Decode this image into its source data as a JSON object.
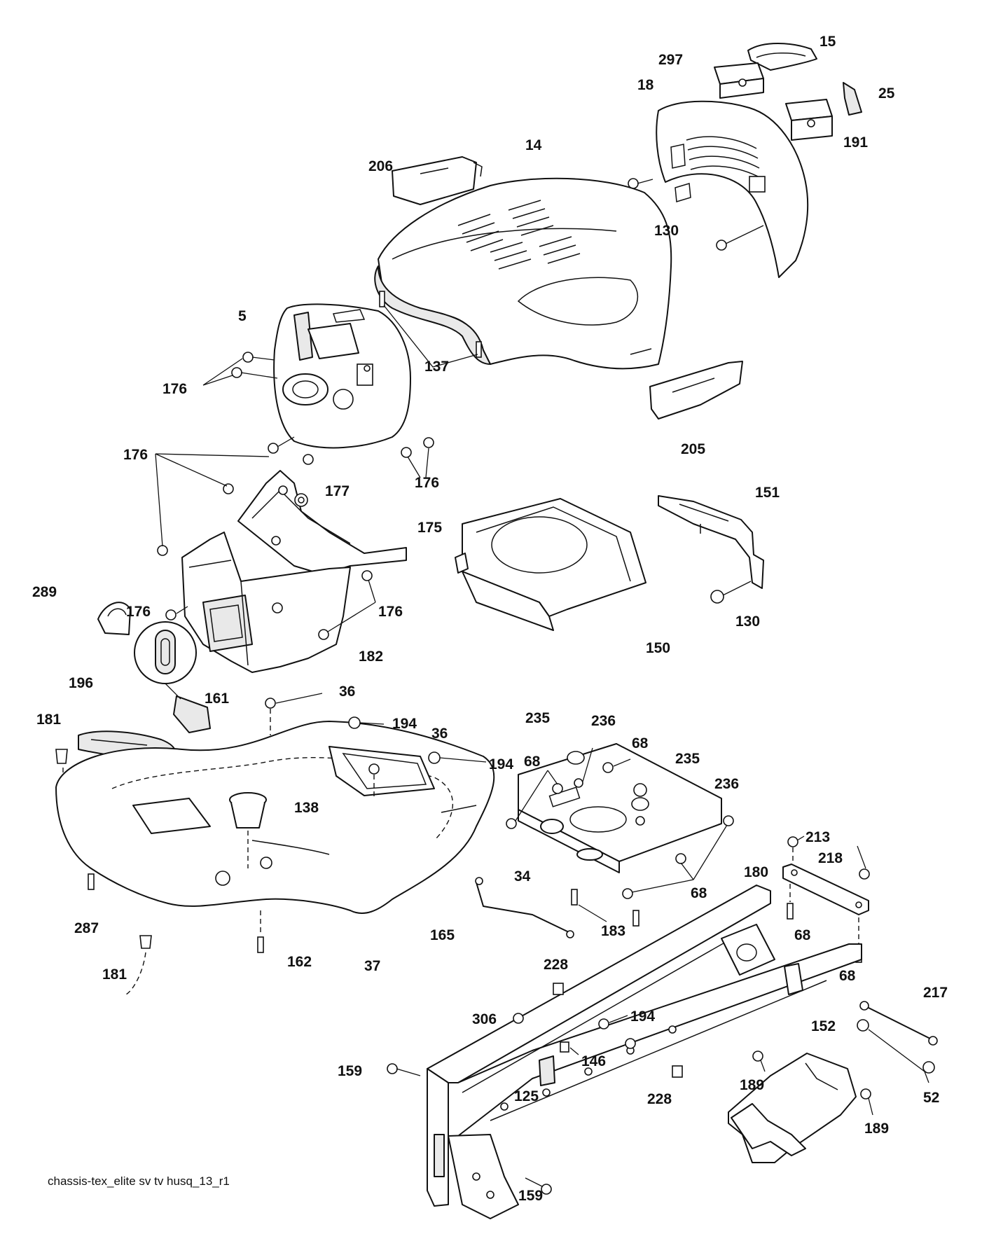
{
  "caption": "chassis-tex_elite sv tv husq_13_r1",
  "callouts": [
    {
      "id": "c15",
      "text": "15"
    },
    {
      "id": "c297",
      "text": "297"
    },
    {
      "id": "c18",
      "text": "18"
    },
    {
      "id": "c25",
      "text": "25"
    },
    {
      "id": "c191",
      "text": "191"
    },
    {
      "id": "c14",
      "text": "14"
    },
    {
      "id": "c206",
      "text": "206"
    },
    {
      "id": "c130a",
      "text": "130"
    },
    {
      "id": "c5",
      "text": "5"
    },
    {
      "id": "c137",
      "text": "137"
    },
    {
      "id": "c176a",
      "text": "176"
    },
    {
      "id": "c205",
      "text": "205"
    },
    {
      "id": "c176b",
      "text": "176"
    },
    {
      "id": "c176c",
      "text": "176"
    },
    {
      "id": "c177",
      "text": "177"
    },
    {
      "id": "c151",
      "text": "151"
    },
    {
      "id": "c175",
      "text": "175"
    },
    {
      "id": "c130b",
      "text": "130"
    },
    {
      "id": "c289",
      "text": "289"
    },
    {
      "id": "c176d",
      "text": "176"
    },
    {
      "id": "c176e",
      "text": "176"
    },
    {
      "id": "c182",
      "text": "182"
    },
    {
      "id": "c150",
      "text": "150"
    },
    {
      "id": "c196",
      "text": "196"
    },
    {
      "id": "c161",
      "text": "161"
    },
    {
      "id": "c36a",
      "text": "36"
    },
    {
      "id": "c181a",
      "text": "181"
    },
    {
      "id": "c194a",
      "text": "194"
    },
    {
      "id": "c36b",
      "text": "36"
    },
    {
      "id": "c194b",
      "text": "194"
    },
    {
      "id": "c235a",
      "text": "235"
    },
    {
      "id": "c236a",
      "text": "236"
    },
    {
      "id": "c68a",
      "text": "68"
    },
    {
      "id": "c68b",
      "text": "68"
    },
    {
      "id": "c235b",
      "text": "235"
    },
    {
      "id": "c236b",
      "text": "236"
    },
    {
      "id": "c138",
      "text": "138"
    },
    {
      "id": "c213",
      "text": "213"
    },
    {
      "id": "c34",
      "text": "34"
    },
    {
      "id": "c180",
      "text": "180"
    },
    {
      "id": "c218",
      "text": "218"
    },
    {
      "id": "c68c",
      "text": "68"
    },
    {
      "id": "c287",
      "text": "287"
    },
    {
      "id": "c165",
      "text": "165"
    },
    {
      "id": "c183",
      "text": "183"
    },
    {
      "id": "c68d",
      "text": "68"
    },
    {
      "id": "c162",
      "text": "162"
    },
    {
      "id": "c37",
      "text": "37"
    },
    {
      "id": "c181b",
      "text": "181"
    },
    {
      "id": "c68e",
      "text": "68"
    },
    {
      "id": "c228a",
      "text": "228"
    },
    {
      "id": "c217",
      "text": "217"
    },
    {
      "id": "c306",
      "text": "306"
    },
    {
      "id": "c194c",
      "text": "194"
    },
    {
      "id": "c152",
      "text": "152"
    },
    {
      "id": "c146",
      "text": "146"
    },
    {
      "id": "c189a",
      "text": "189"
    },
    {
      "id": "c159a",
      "text": "159"
    },
    {
      "id": "c125",
      "text": "125"
    },
    {
      "id": "c228b",
      "text": "228"
    },
    {
      "id": "c52",
      "text": "52"
    },
    {
      "id": "c189b",
      "text": "189"
    },
    {
      "id": "c159b",
      "text": "159"
    }
  ]
}
